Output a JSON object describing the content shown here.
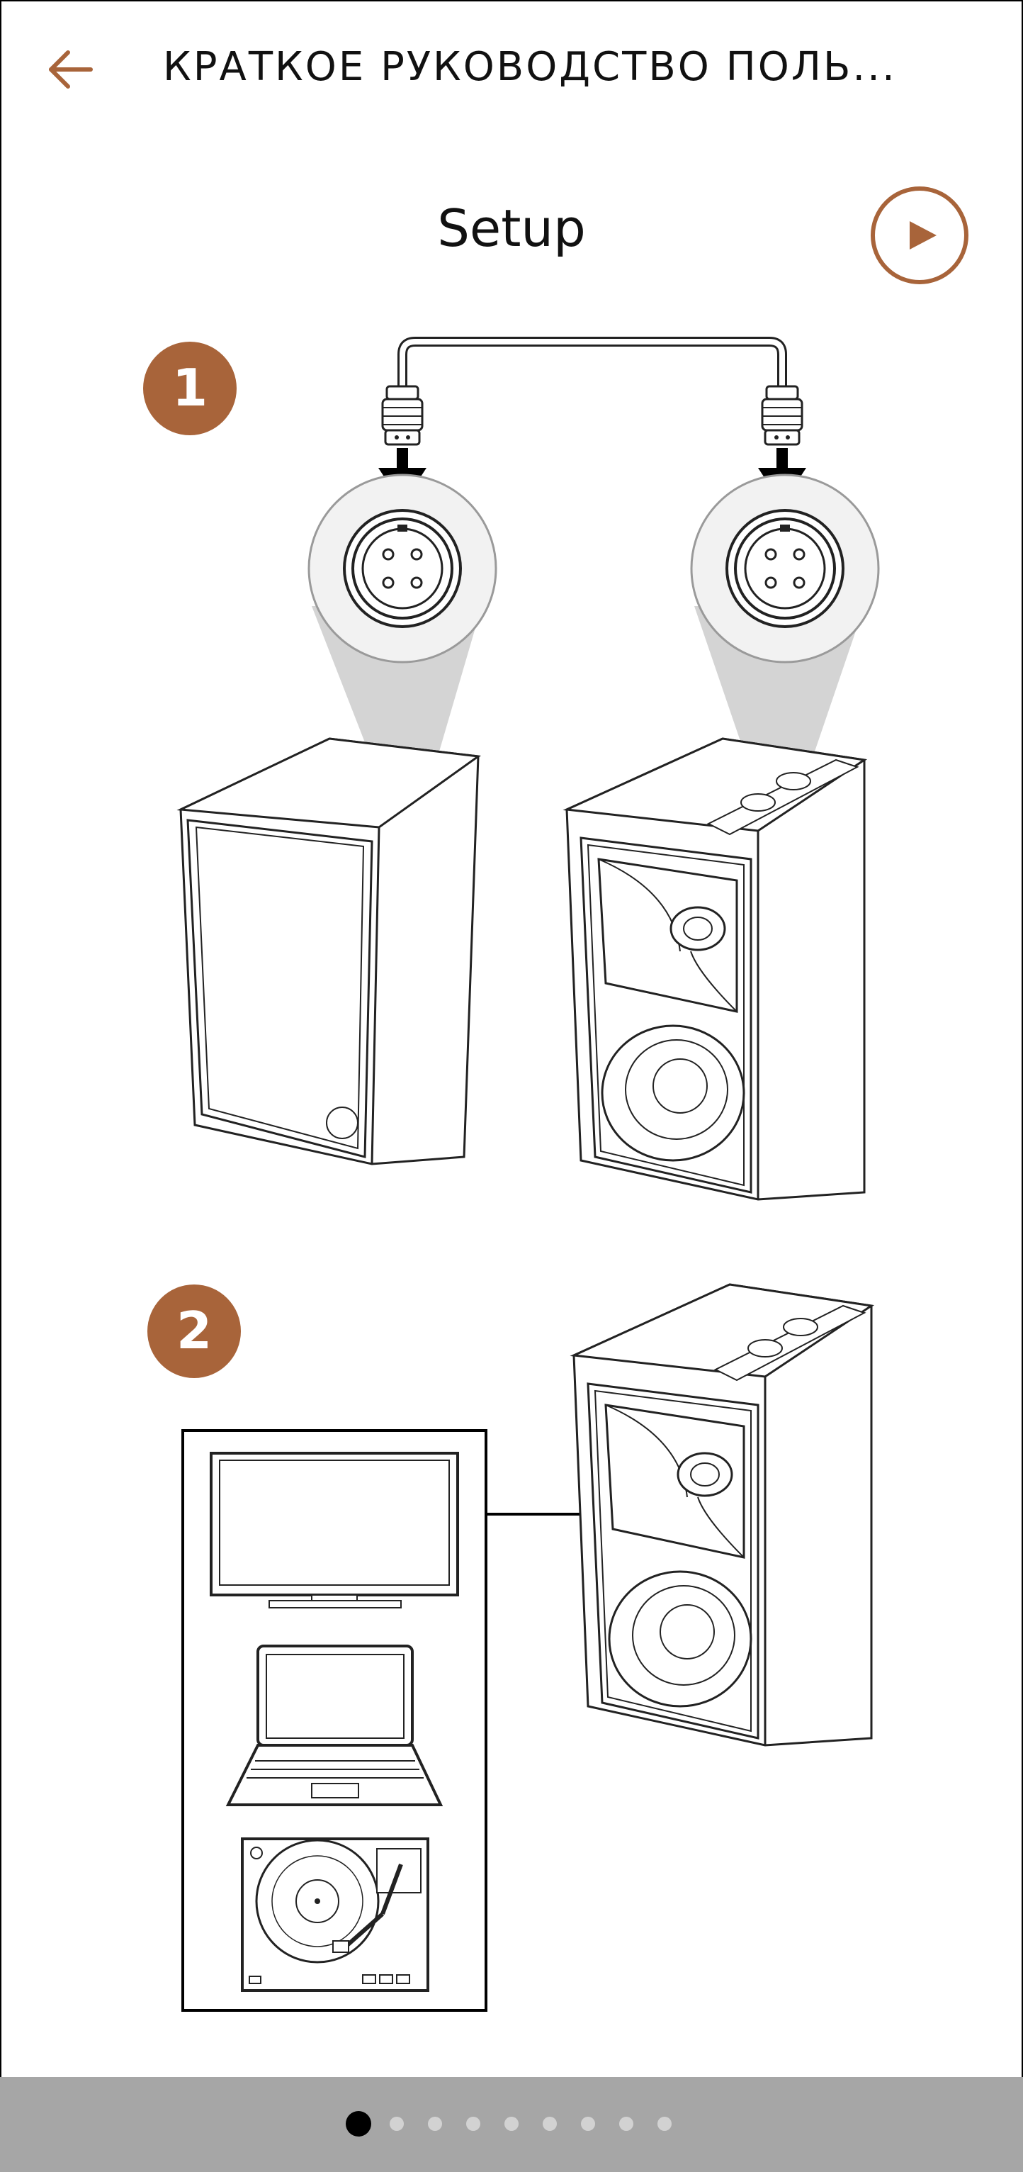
{
  "header": {
    "title": "КРАТКОЕ РУКОВОДСТВО ПОЛЬ...",
    "back_icon": "arrow-left-icon"
  },
  "section": {
    "title": "Setup",
    "play_icon": "play-icon"
  },
  "steps": [
    {
      "number": "1"
    },
    {
      "number": "2"
    }
  ],
  "colors": {
    "accent": "#a8643a",
    "pager_bg": "#a6a6a6",
    "dot_active": "#000000",
    "dot_inactive": "#d2d2d2"
  },
  "pager": {
    "total": 9,
    "current": 1
  }
}
